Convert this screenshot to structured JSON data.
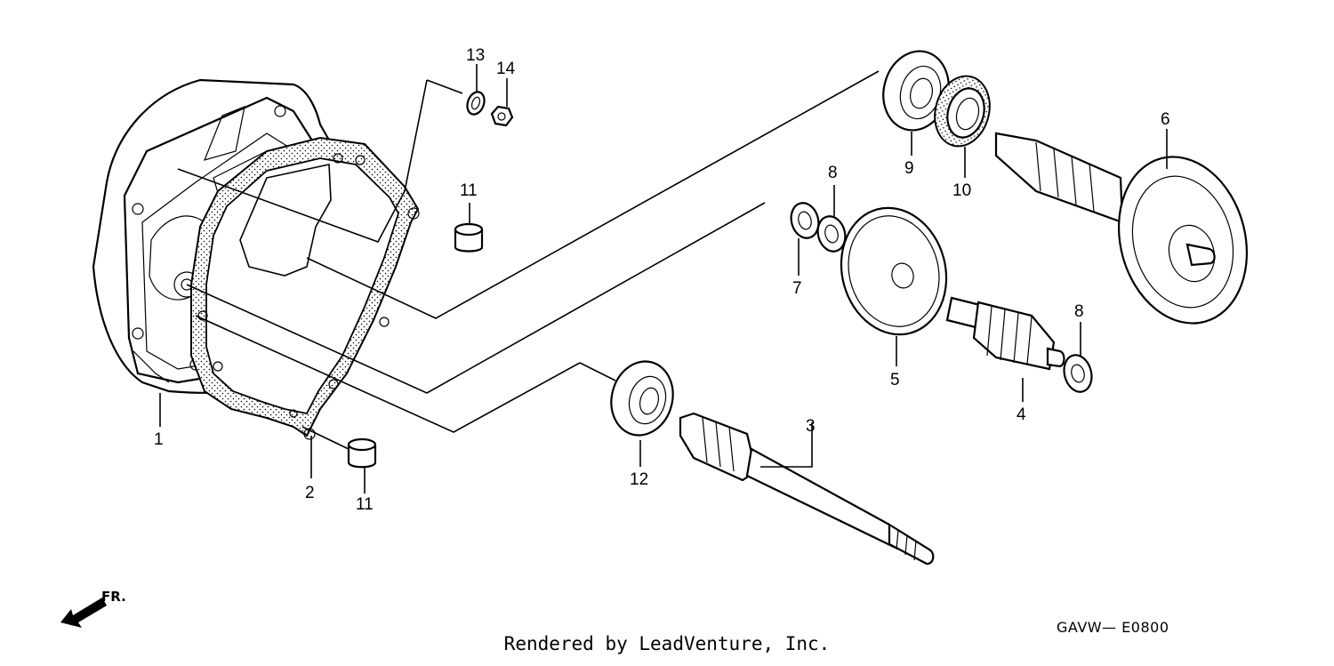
{
  "diagram": {
    "code": "GAVW— E0800",
    "direction_label": "FR.",
    "footer": "Rendered by LeadVenture, Inc.",
    "callouts": {
      "c1": "1",
      "c2": "2",
      "c3": "3",
      "c4": "4",
      "c5": "5",
      "c6": "6",
      "c7": "7",
      "c8a": "8",
      "c8b": "8",
      "c9": "9",
      "c10": "10",
      "c11a": "11",
      "c11b": "11",
      "c12": "12",
      "c13": "13",
      "c14": "14"
    }
  }
}
